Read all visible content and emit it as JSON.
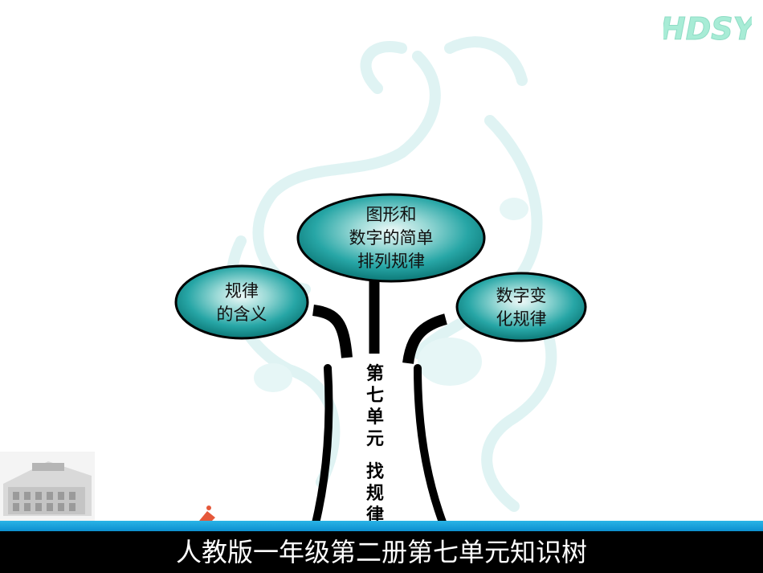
{
  "logo": {
    "text": "HDSY",
    "color": "#a8ecd6"
  },
  "bubbles": {
    "center": {
      "lines": [
        "图形和",
        "数字的简单",
        "排列规律"
      ]
    },
    "left": {
      "lines": [
        "规律",
        "的含义"
      ]
    },
    "right": {
      "lines": [
        "数字变",
        "化规律"
      ]
    }
  },
  "trunk": {
    "unit_chars": [
      "第",
      "七",
      "单",
      "元"
    ],
    "topic_chars": [
      "找",
      "规",
      "律"
    ]
  },
  "footer": {
    "title": "人教版一年级第二册第七单元知识树"
  },
  "colors": {
    "bubble_fill": "#20a3a3",
    "bubble_highlight": "#d9f3f1",
    "bubble_stroke": "#000000",
    "branch": "#000000",
    "stripe": "#1aa6e0",
    "band": "#000000",
    "footer_text": "#ffffff",
    "dragon_watermark": "#dff3f3"
  }
}
